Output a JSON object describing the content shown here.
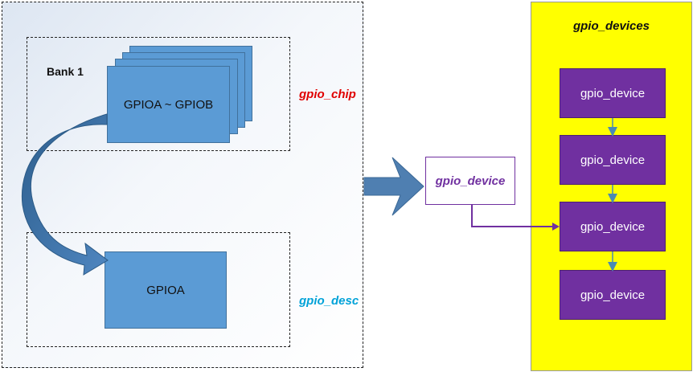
{
  "bank_label": "Bank 1",
  "chip_block_label": "GPIOA ~ GPIOB",
  "gpio_chip_label": "gpio_chip",
  "desc_block_label": "GPIOA",
  "gpio_desc_label": "gpio_desc",
  "center_device_label": "gpio_device",
  "devices_title": "gpio_devices",
  "device_list": [
    "gpio_device",
    "gpio_device",
    "gpio_device",
    "gpio_device"
  ],
  "colors": {
    "blue": "#5b9bd5",
    "purple": "#7030a0",
    "yellow": "#ffff00",
    "chip_label": "#e00000",
    "desc_label": "#00a2d8"
  }
}
